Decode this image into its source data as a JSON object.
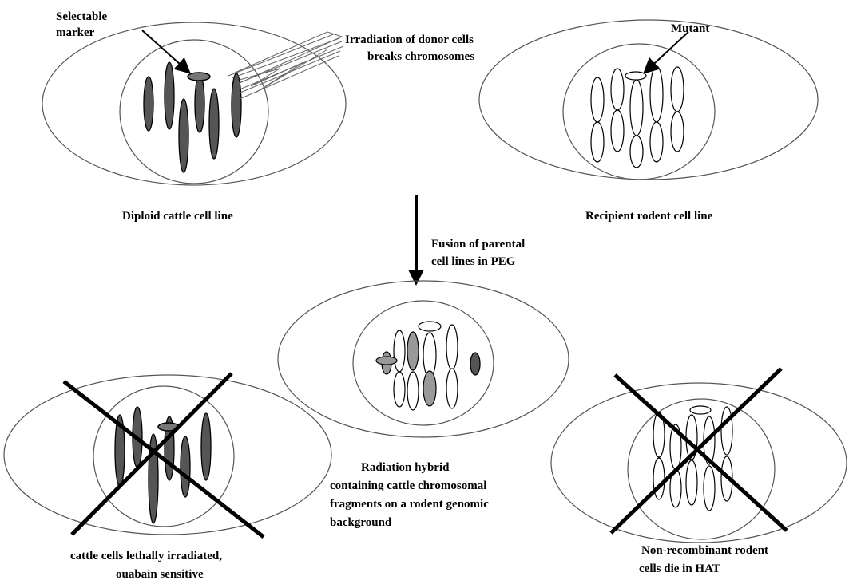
{
  "labels": {
    "selectable_marker": [
      "Selectable",
      "marker"
    ],
    "irradiation": [
      "Irradiation of donor cells",
      "breaks chromosomes"
    ],
    "mutant": "Mutant",
    "donor_line": "Diploid cattle cell line",
    "recipient_line": "Recipient rodent cell line",
    "fusion": [
      "Fusion of parental",
      "cell lines in PEG"
    ],
    "radiation_hybrid": [
      "Radiation hybrid",
      "containing cattle chromosomal",
      "fragments on a rodent genomic",
      "background"
    ],
    "cattle_dead": [
      "cattle cells lethally irradiated,",
      "ouabain sensitive"
    ],
    "rodent_dead": [
      "Non-recombinant rodent",
      "cells die in HAT"
    ]
  }
}
